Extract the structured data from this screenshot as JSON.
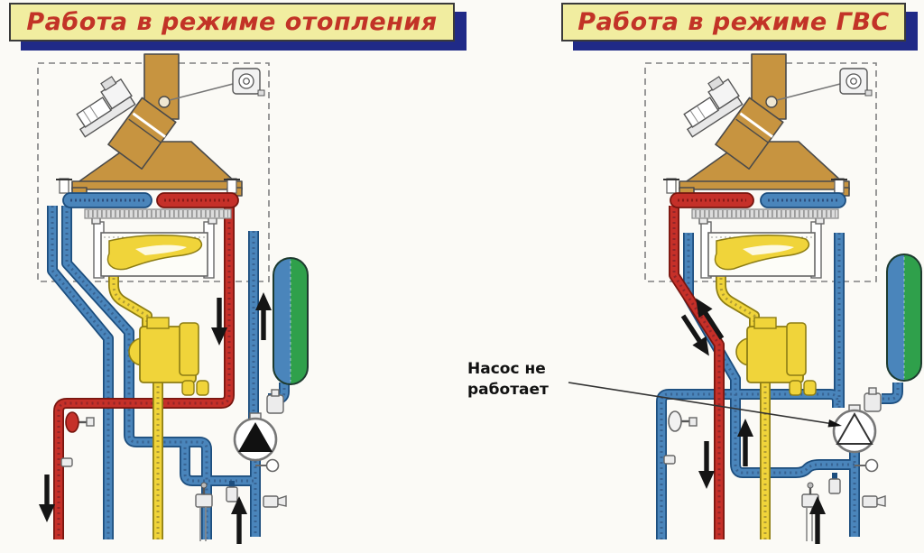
{
  "titles": {
    "heating_mode": "Работа в режиме отопления",
    "dhw_mode": "Работа в режиме ГВС"
  },
  "annotations": {
    "pump_note": "Насос не работает"
  },
  "diagrams": {
    "left": {
      "id": "heating-mode",
      "pump": "running",
      "flow_arrows": [
        "down-on-supply-column",
        "up-on-return-column",
        "down-far-left-radiator-supply",
        "up-bottom-center"
      ]
    },
    "right": {
      "id": "dhw-mode",
      "pump": "stopped",
      "flow_arrows": [
        "down-right-on-red-diagonal",
        "up-left-on-blue-diagonal",
        "up-mid-column",
        "down-on-red-column",
        "up-bottom-center"
      ]
    }
  },
  "colors": {
    "background": "#fbfaf6",
    "banner_fill": "#f1eda0",
    "banner_border": "#3a3a3a",
    "banner_shadow": "#202a87",
    "title_red": "#c23327",
    "pipe_blue": "#4a85bb",
    "pipe_blue_dark": "#1c4d7d",
    "pipe_red": "#c53029",
    "pipe_red_dark": "#77160f",
    "gas_yellow": "#f0d43a",
    "gas_yellow_dark": "#8d7d14",
    "flue_gold": "#c79440",
    "tank_green": "#2fa04b",
    "arrow_black": "#151515",
    "label_black": "#111111",
    "dash_gray": "#808080"
  }
}
